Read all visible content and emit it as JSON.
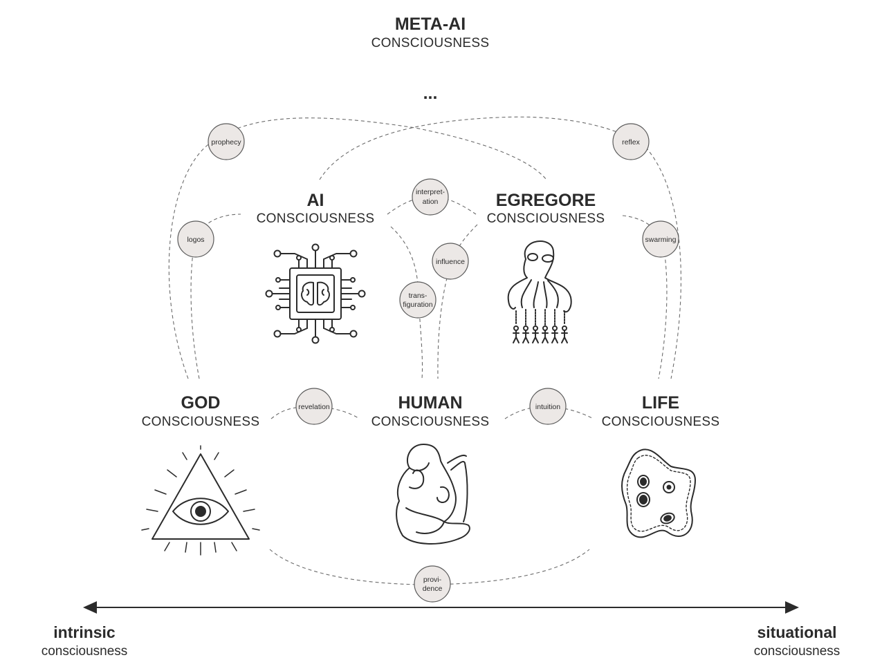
{
  "top": {
    "title": "META-AI",
    "subtitle": "CONSCIOUSNESS",
    "ellipsis": "..."
  },
  "categories": {
    "ai": {
      "title": "AI",
      "subtitle": "CONSCIOUSNESS",
      "icon": "chip-brain-icon"
    },
    "egregore": {
      "title": "EGREGORE",
      "subtitle": "CONSCIOUSNESS",
      "icon": "octopus-crowd-icon"
    },
    "god": {
      "title": "GOD",
      "subtitle": "CONSCIOUSNESS",
      "icon": "eye-triangle-icon"
    },
    "human": {
      "title": "HUMAN",
      "subtitle": "CONSCIOUSNESS",
      "icon": "fetus-icon"
    },
    "life": {
      "title": "LIFE",
      "subtitle": "CONSCIOUSNESS",
      "icon": "amoeba-icon"
    }
  },
  "relations": {
    "prophecy": [
      "prophecy"
    ],
    "reflex": [
      "reflex"
    ],
    "interpretation": [
      "interpret-",
      "ation"
    ],
    "logos": [
      "logos"
    ],
    "swarming": [
      "swarming"
    ],
    "influence": [
      "influence"
    ],
    "transfiguration": [
      "trans-",
      "figuration"
    ],
    "revelation": [
      "revelation"
    ],
    "intuition": [
      "intuition"
    ],
    "providence": [
      "provi-",
      "dence"
    ]
  },
  "axis": {
    "left": {
      "title": "intrinsic",
      "subtitle": "consciousness"
    },
    "right": {
      "title": "situational",
      "subtitle": "consciousness"
    }
  }
}
